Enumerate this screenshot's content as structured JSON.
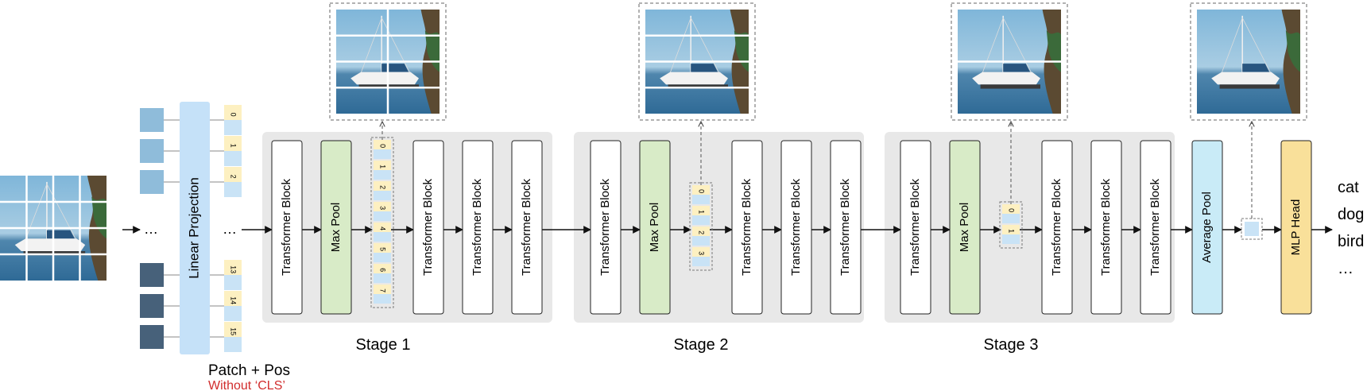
{
  "patch_count": 16,
  "tokens": {
    "input": [
      "0",
      "1",
      "2",
      "13",
      "14",
      "15"
    ],
    "stage1": [
      "0",
      "1",
      "2",
      "3",
      "4",
      "5",
      "6",
      "7"
    ],
    "stage2": [
      "0",
      "1",
      "2",
      "3"
    ],
    "stage3": [
      "0",
      "1"
    ],
    "final_count": 1
  },
  "labels": {
    "linear_projection": "Linear Projection",
    "ellipsis": "…",
    "patch_pos": "Patch + Pos",
    "without_cls": "Without ‘CLS’",
    "transformer_block": "Transformer Block",
    "max_pool": "Max Pool",
    "average_pool": "Average Pool",
    "mlp_head": "MLP Head",
    "stages": [
      "Stage 1",
      "Stage 2",
      "Stage 3"
    ],
    "classes": [
      "cat",
      "dog",
      "bird",
      "…"
    ]
  },
  "colors": {
    "projection": "#c5e1f8",
    "max_pool": "#d8ebc7",
    "average_pool": "#c9ebf7",
    "mlp_head": "#f9e09a",
    "stage_bg": "#e8e8e8",
    "token_yellow": "#fdf0c1",
    "token_blue": "#c9e3f6",
    "without_cls": "#d12d2d"
  }
}
